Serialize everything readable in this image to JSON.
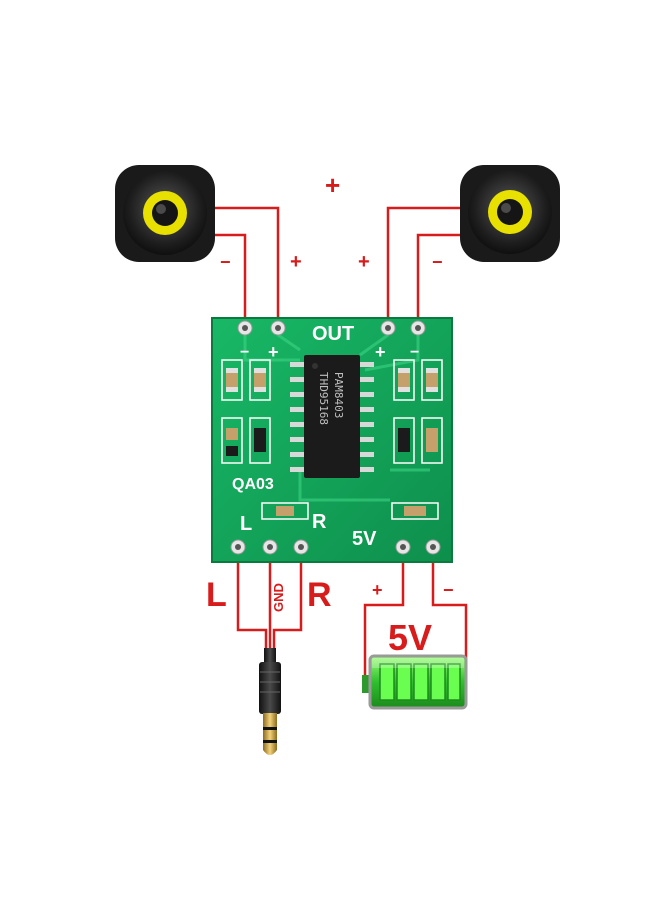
{
  "diagram": {
    "speaker_polarity": {
      "left_minus": "−",
      "left_plus": "+",
      "center_plus": "+",
      "right_plus": "+",
      "right_minus": "−"
    },
    "board": {
      "out_label": "OUT",
      "out_plus_left": "+",
      "out_minus_left": "−",
      "out_plus_right": "+",
      "out_minus_right": "−",
      "model_label": "QA03",
      "in_left": "L",
      "in_right": "R",
      "power_label": "5V",
      "chip_line1": "PAM8403",
      "chip_line2": "THD95168"
    },
    "input_labels": {
      "left": "L",
      "ground": "GND",
      "right": "R"
    },
    "power": {
      "plus": "+",
      "minus": "−",
      "voltage": "5V"
    },
    "colors": {
      "wire": "#d81b1b",
      "pcb": "#14a35a",
      "battery": "#3cc83c"
    }
  }
}
